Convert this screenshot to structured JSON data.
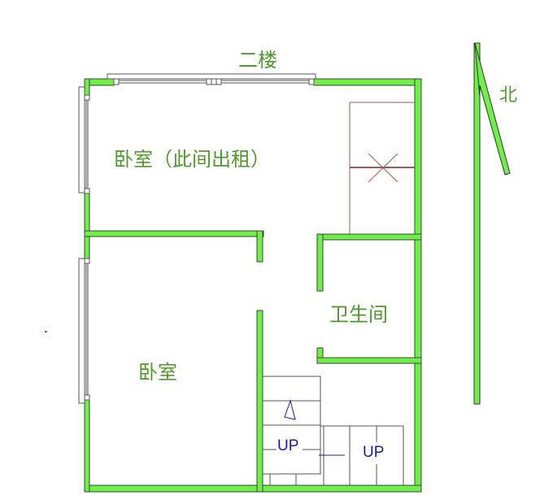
{
  "title": "二楼",
  "compass": {
    "label": "北"
  },
  "rooms": [
    {
      "id": "bedroom-rental",
      "label": "卧室（此间出租）"
    },
    {
      "id": "bathroom",
      "label": "卫生间"
    },
    {
      "id": "bedroom",
      "label": "卧室"
    }
  ],
  "stairs": {
    "labels": [
      "UP",
      "UP"
    ]
  },
  "colors": {
    "wall_fill": "#6ef046",
    "wall_outline": "#404040",
    "text": "#4f9a2c",
    "fixture": "#a05a50",
    "stair_text": "#1c1c9a"
  }
}
